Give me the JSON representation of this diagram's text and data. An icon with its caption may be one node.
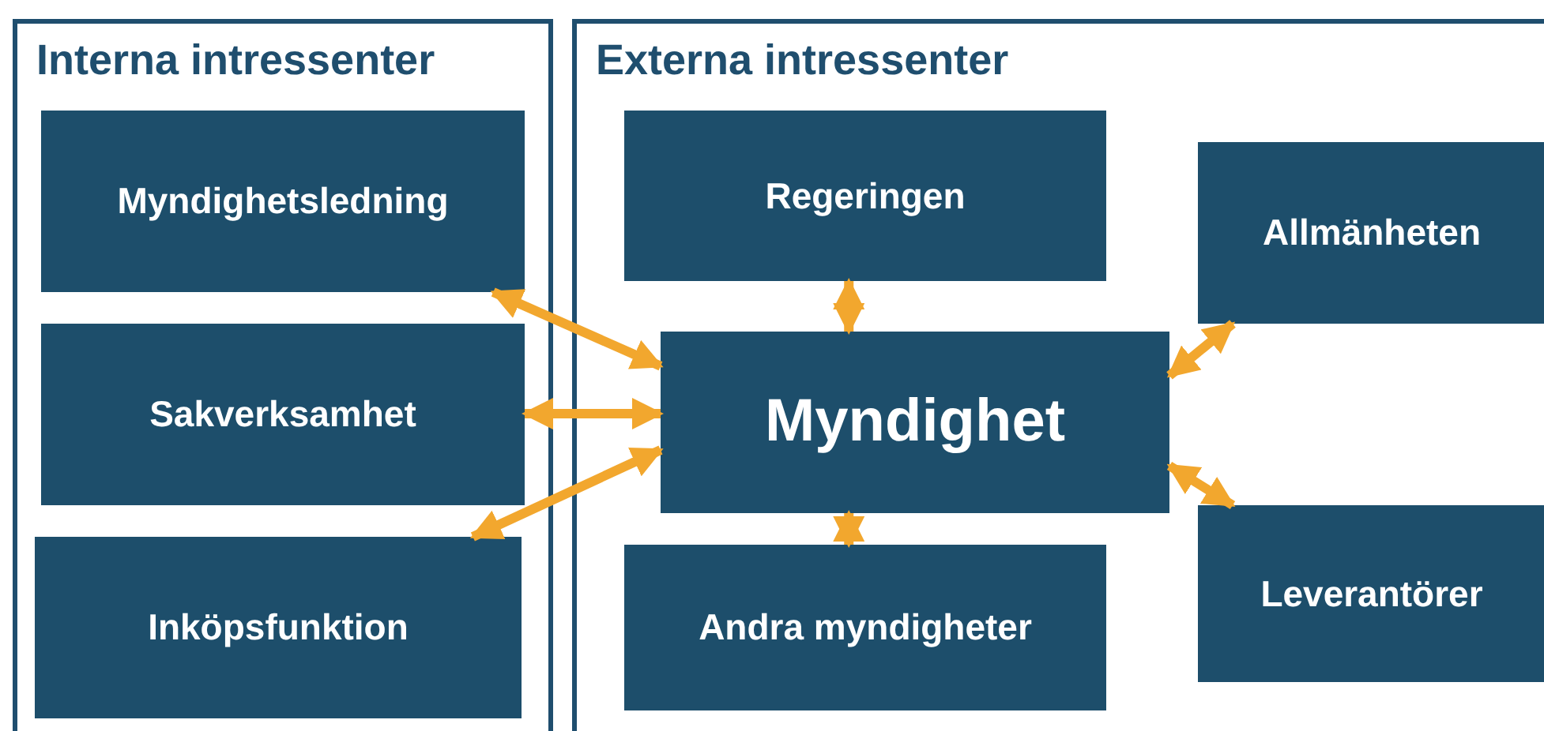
{
  "diagram": {
    "nodes": [
      {
        "text": [
          "Interna intressenter"
        ]
      },
      {
        "text": [
          "Externa intressenter"
        ]
      },
      {
        "text": [
          "Myndighetsledning"
        ],
        "in": 0
      },
      {
        "text": [
          "Sakverksamhet"
        ],
        "in": 0
      },
      {
        "text": [
          "Inköpsfunktion"
        ],
        "in": 0
      },
      {
        "text": [
          "Regeringen"
        ],
        "in": 1
      },
      {
        "text": [
          "Allmänheten"
        ],
        "in": 1
      },
      {
        "text": [
          "Myndighet"
        ],
        "in": 1
      },
      {
        "text": [
          "Andra myndigheter"
        ],
        "in": 1
      },
      {
        "text": [
          "Leverantörer"
        ],
        "in": 1
      }
    ],
    "edges": [
      {
        "from": 2,
        "to": 7,
        "arrow": "both"
      },
      {
        "from": 5,
        "to": 7,
        "arrow": "both"
      },
      {
        "from": 6,
        "to": 7,
        "arrow": "both"
      },
      {
        "from": 3,
        "to": 7,
        "arrow": "both"
      },
      {
        "from": 4,
        "to": 7,
        "arrow": "both"
      },
      {
        "from": 8,
        "to": 7,
        "arrow": "both"
      },
      {
        "from": 9,
        "to": 7,
        "arrow": "both"
      }
    ]
  }
}
